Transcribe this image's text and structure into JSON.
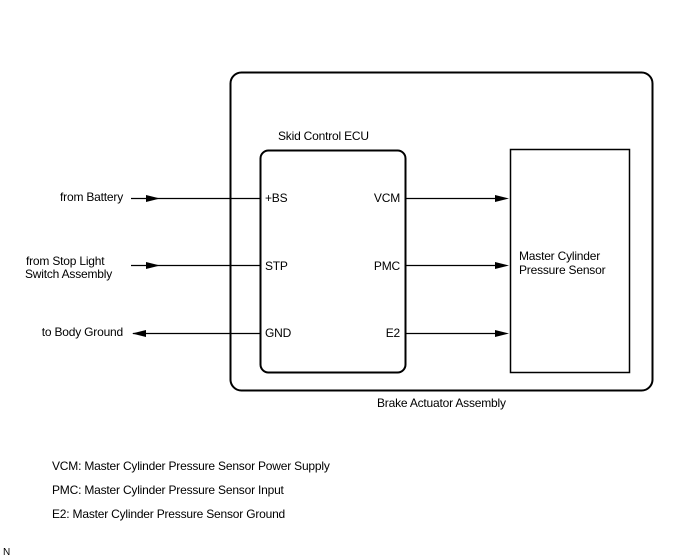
{
  "diagram": {
    "assembly_label": "Brake Actuator Assembly",
    "ecu": {
      "title": "Skid Control ECU",
      "left_pins": [
        "+BS",
        "STP",
        "GND"
      ],
      "right_pins": [
        "VCM",
        "PMC",
        "E2"
      ]
    },
    "sensor": {
      "line1": "Master Cylinder",
      "line2": "Pressure Sensor"
    },
    "external": {
      "row1": {
        "line1": "from Battery",
        "direction": "in"
      },
      "row2": {
        "line1": "from Stop Light",
        "line2": "Switch Assembly",
        "direction": "in"
      },
      "row3": {
        "line1": "to Body Ground",
        "direction": "out"
      }
    }
  },
  "legend": [
    "VCM: Master Cylinder Pressure Sensor Power Supply",
    "PMC: Master Cylinder Pressure Sensor Input",
    "E2: Master Cylinder Pressure Sensor Ground"
  ],
  "corner_mark": "N"
}
